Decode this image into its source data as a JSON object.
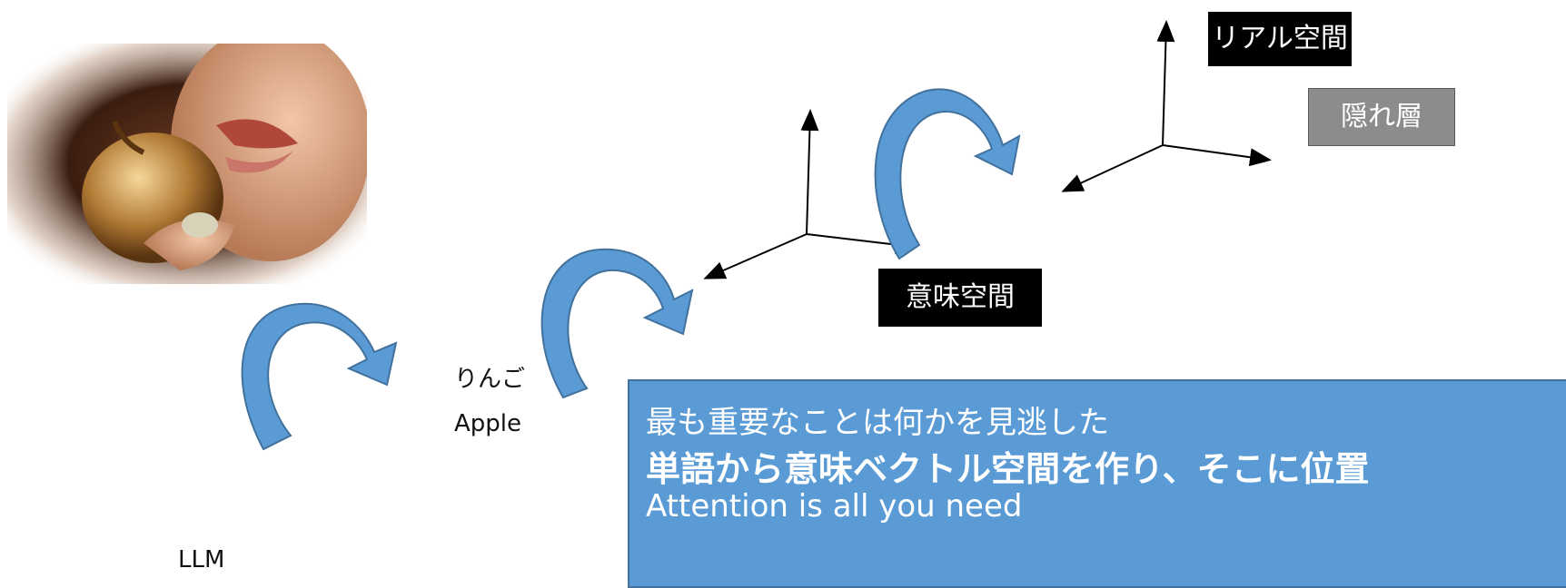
{
  "photo": {
    "description_icon": "apple-photo-icon"
  },
  "labels": {
    "real_space": "リアル空間",
    "hidden_layer": "隠れ層",
    "semantic_space": "意味空間",
    "word_ja": "りんご",
    "word_en": "Apple",
    "llm": "LLM"
  },
  "callout": {
    "line1": "最も重要なことは何かを見逃した",
    "line2": "単語から意味ベクトル空間を作り、そこに位置",
    "line3": "Attention is all you need"
  },
  "colors": {
    "arrow_fill": "#5b9bd5",
    "arrow_stroke": "#41719c",
    "callout_bg": "#5b9bd5"
  }
}
